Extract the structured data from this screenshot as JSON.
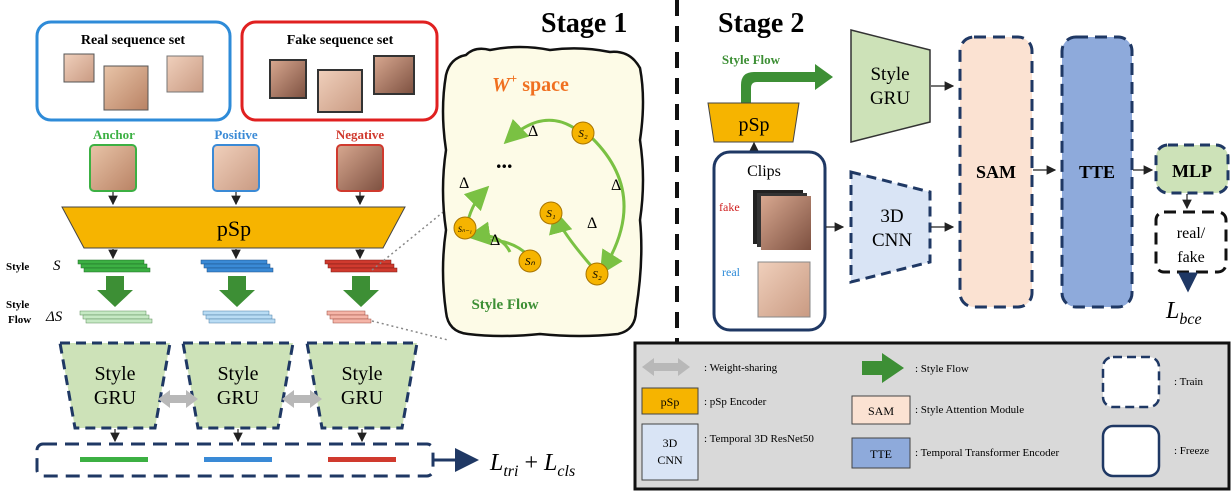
{
  "colors": {
    "anchor": "#3cb043",
    "positive": "#3a8ad6",
    "negative": "#d03a2e",
    "psp": "#f6b400",
    "gru": "#cde2b8",
    "sam": "#fbe2d2",
    "tte": "#8eaadb",
    "cnn": "#d9e4f5",
    "arrow_green": "#3d8f35",
    "wspace_bg": "#fdfbe7",
    "legend_bg": "#d9d9d9",
    "real_box": "#2e8bd8",
    "fake_box": "#e02020",
    "w_title": "#f07020"
  },
  "stage1": {
    "title": "Stage 1",
    "real_set_label": "Real sequence set",
    "fake_set_label": "Fake sequence set",
    "anchor_label": "Anchor",
    "positive_label": "Positive",
    "negative_label": "Negative",
    "psp_label": "pSp",
    "style_row_label": "Style",
    "style_symbol": "S",
    "styleflow_row_label_1": "Style",
    "styleflow_row_label_2": "Flow",
    "styleflow_symbol": "ΔS",
    "gru_line1": "Style",
    "gru_line2": "GRU",
    "loss_part1": "L",
    "loss_sub1": "tri",
    "loss_plus": " + ",
    "loss_part2": "L",
    "loss_sub2": "cls",
    "wspace": {
      "title_w": "W",
      "title_sup": "+",
      "title_rest": " space",
      "delta": "Δ",
      "ellipsis": "...",
      "nodes": [
        "S₂",
        "S₁",
        "Sₙ₋₁",
        "Sₙ",
        "S₂"
      ],
      "style_flow_label": "Style Flow"
    }
  },
  "stage2": {
    "title": "Stage 2",
    "style_flow_label": "Style Flow",
    "psp_label": "pSp",
    "gru_line1": "Style",
    "gru_line2": "GRU",
    "clips_label": "Clips",
    "fake_label": "fake",
    "real_label": "real",
    "cnn_line1": "3D",
    "cnn_line2": "CNN",
    "sam_label": "SAM",
    "tte_label": "TTE",
    "mlp_label": "MLP",
    "out_line1": "real/",
    "out_line2": "fake",
    "loss_part": "L",
    "loss_sub": "bce"
  },
  "legend": {
    "weight_sharing": ": Weight-sharing",
    "style_flow": ": Style Flow",
    "train": ": Train",
    "psp_badge": "pSp",
    "psp_desc": ": pSp Encoder",
    "sam_badge": "SAM",
    "sam_desc": ": Style Attention Module",
    "cnn_badge1": "3D",
    "cnn_badge2": "CNN",
    "cnn_desc": ": Temporal 3D ResNet50",
    "tte_badge": "TTE",
    "tte_desc": ": Temporal Transformer Encoder",
    "freeze": ": Freeze"
  }
}
